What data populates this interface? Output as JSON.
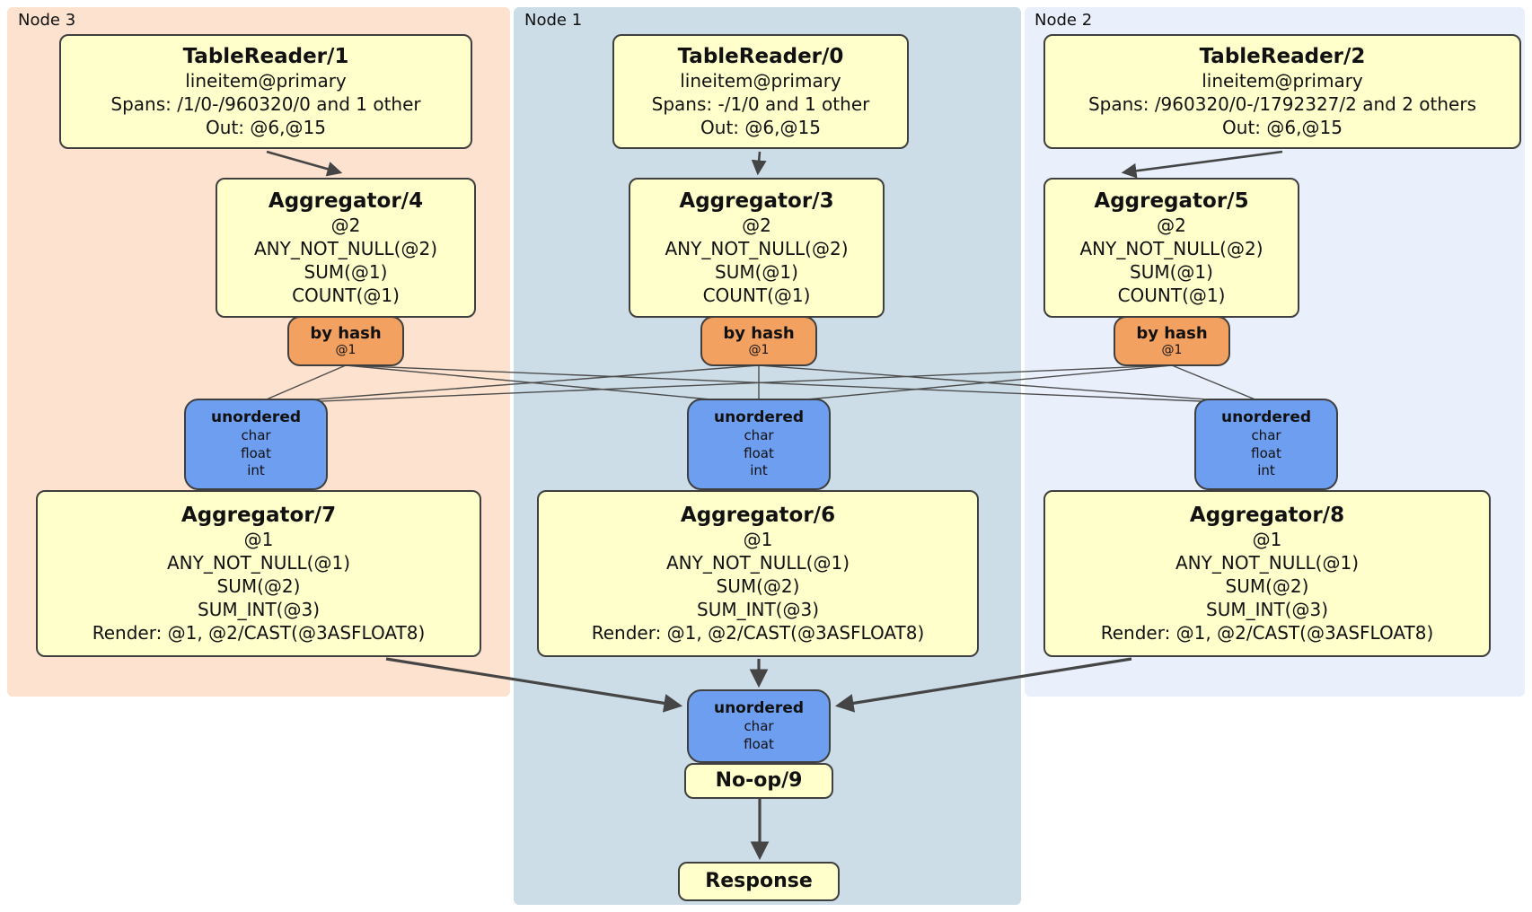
{
  "nodes": [
    {
      "label": "Node 3",
      "table_reader": {
        "title": "TableReader/1",
        "lines": [
          "lineitem@primary",
          "Spans: /1/0-/960320/0 and 1 other",
          "Out: @6,@15"
        ]
      },
      "agg_top": {
        "title": "Aggregator/4",
        "lines": [
          "@2",
          "ANY_NOT_NULL(@2)",
          "SUM(@1)",
          "COUNT(@1)"
        ]
      },
      "hash_router": {
        "title": "by hash",
        "subtitle": "@1"
      },
      "sync": {
        "title": "unordered",
        "lines": [
          "char",
          "float",
          "int"
        ]
      },
      "agg_bottom": {
        "title": "Aggregator/7",
        "lines": [
          "@1",
          "ANY_NOT_NULL(@1)",
          "SUM(@2)",
          "SUM_INT(@3)",
          "Render: @1, @2/CAST(@3ASFLOAT8)"
        ]
      }
    },
    {
      "label": "Node 1",
      "table_reader": {
        "title": "TableReader/0",
        "lines": [
          "lineitem@primary",
          "Spans: -/1/0 and 1 other",
          "Out: @6,@15"
        ]
      },
      "agg_top": {
        "title": "Aggregator/3",
        "lines": [
          "@2",
          "ANY_NOT_NULL(@2)",
          "SUM(@1)",
          "COUNT(@1)"
        ]
      },
      "hash_router": {
        "title": "by hash",
        "subtitle": "@1"
      },
      "sync": {
        "title": "unordered",
        "lines": [
          "char",
          "float",
          "int"
        ]
      },
      "agg_bottom": {
        "title": "Aggregator/6",
        "lines": [
          "@1",
          "ANY_NOT_NULL(@1)",
          "SUM(@2)",
          "SUM_INT(@3)",
          "Render: @1, @2/CAST(@3ASFLOAT8)"
        ]
      }
    },
    {
      "label": "Node 2",
      "table_reader": {
        "title": "TableReader/2",
        "lines": [
          "lineitem@primary",
          "Spans: /960320/0-/1792327/2 and 2 others",
          "Out: @6,@15"
        ]
      },
      "agg_top": {
        "title": "Aggregator/5",
        "lines": [
          "@2",
          "ANY_NOT_NULL(@2)",
          "SUM(@1)",
          "COUNT(@1)"
        ]
      },
      "hash_router": {
        "title": "by hash",
        "subtitle": "@1"
      },
      "sync": {
        "title": "unordered",
        "lines": [
          "char",
          "float",
          "int"
        ]
      },
      "agg_bottom": {
        "title": "Aggregator/8",
        "lines": [
          "@1",
          "ANY_NOT_NULL(@1)",
          "SUM(@2)",
          "SUM_INT(@3)",
          "Render: @1, @2/CAST(@3ASFLOAT8)"
        ]
      }
    }
  ],
  "final_sync": {
    "title": "unordered",
    "lines": [
      "char",
      "float"
    ]
  },
  "noop": {
    "title": "No-op/9"
  },
  "response": {
    "title": "Response"
  },
  "colors": {
    "node3_panel": "#fde3cf",
    "node1_panel": "#ccdde7",
    "node2_panel": "#e9effb",
    "processor_box": "#ffffcc",
    "hash_router_box": "#f3a160",
    "sync_box": "#6d9ef0",
    "edge": "#454545"
  }
}
